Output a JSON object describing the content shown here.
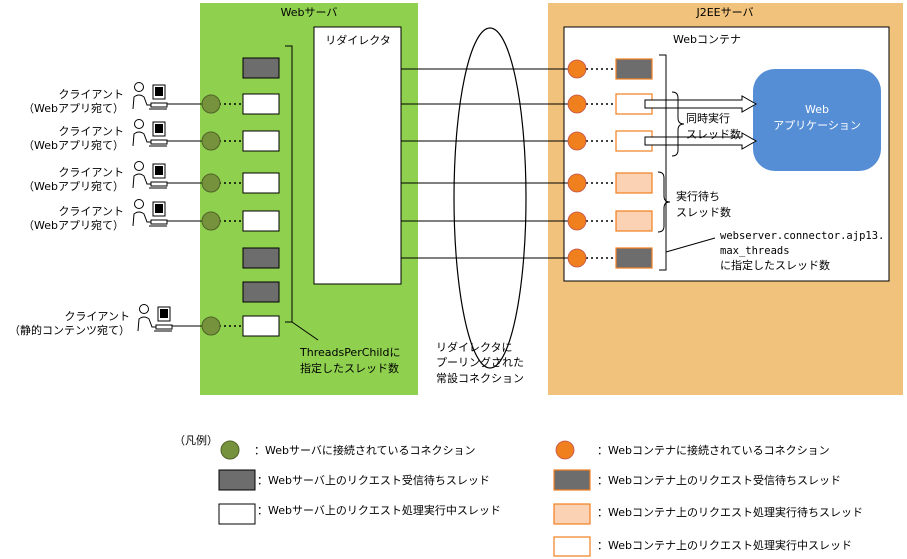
{
  "web_server": {
    "title": "Webサーバ",
    "redirector": "リダイレクタ"
  },
  "j2ee_server": {
    "title": "J2EEサーバ",
    "container": "Webコンテナ"
  },
  "web_app": {
    "line1": "Web",
    "line2": "アプリケーション"
  },
  "clients": [
    {
      "line1": "クライアント",
      "line2": "（Webアプリ宛て）"
    },
    {
      "line1": "クライアント",
      "line2": "（Webアプリ宛て）"
    },
    {
      "line1": "クライアント",
      "line2": "（Webアプリ宛て）"
    },
    {
      "line1": "クライアント",
      "line2": "（Webアプリ宛て）"
    },
    {
      "line1": "クライアント",
      "line2": "（静的コンテンツ宛て）"
    }
  ],
  "labels": {
    "threads_per_child_1": "ThreadsPerChildに",
    "threads_per_child_2": "指定したスレッド数",
    "pooled_1": "リダイレクタに",
    "pooled_2": "プーリングされた",
    "pooled_3": "常設コネクション",
    "concurrent_1": "同時実行",
    "concurrent_2": "スレッド数",
    "waiting_1": "実行待ち",
    "waiting_2": "スレッド数",
    "max_threads_1": "webserver.connector.ajp13.",
    "max_threads_2": "max_threads",
    "max_threads_3": "に指定したスレッド数"
  },
  "legend": {
    "title": "（凡例）",
    "web_conn": "：Webサーバに接続されているコネクション",
    "web_wait": "：Webサーバ上のリクエスト受信待ちスレッド",
    "web_exec": "：Webサーバ上のリクエスト処理実行中スレッド",
    "cont_conn": "：Webコンテナに接続されているコネクション",
    "cont_wait": "：Webコンテナ上のリクエスト受信待ちスレッド",
    "cont_pending": "：Webコンテナ上のリクエスト処理実行待ちスレッド",
    "cont_exec": "：Webコンテナ上のリクエスト処理実行中スレッド"
  },
  "colors": {
    "web_bg": "#8fd14f",
    "j2ee_bg": "#f0c27b",
    "green_conn": "#76923c",
    "orange_conn": "#f07f1e",
    "gray_thread": "#6d6d6d",
    "pending_thread": "#fbd3b4",
    "app_blue": "#558ed5"
  }
}
